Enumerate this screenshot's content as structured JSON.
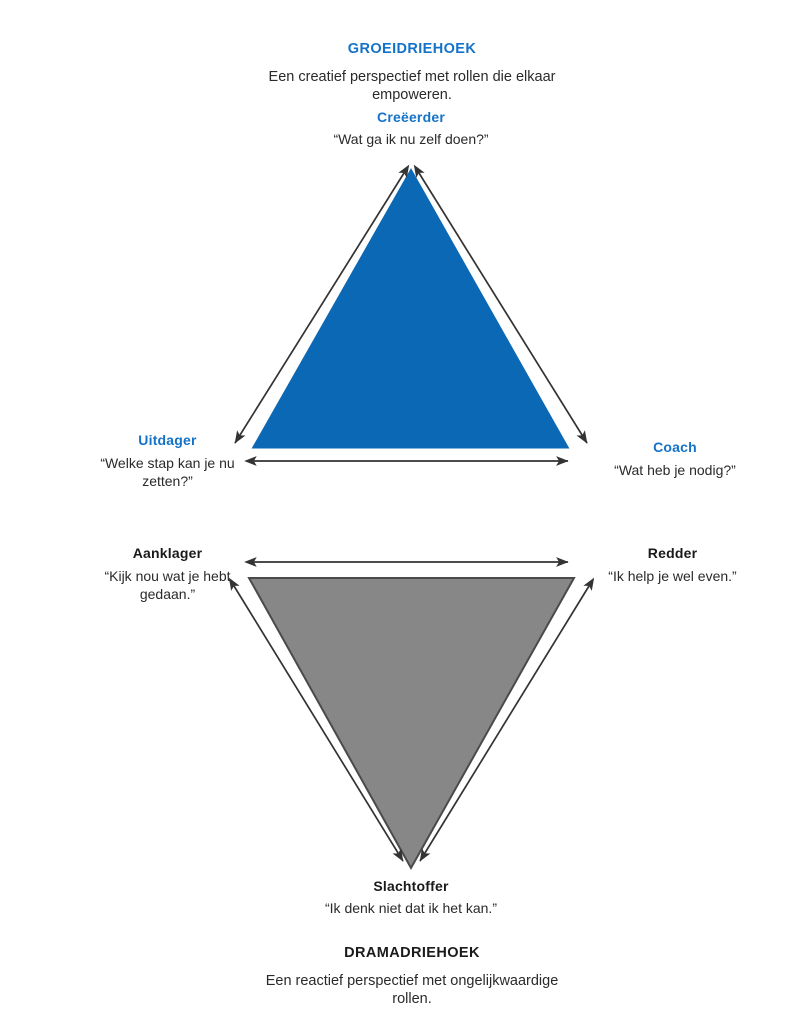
{
  "page": {
    "background_color": "#ffffff",
    "accent_blue": "#1473c8",
    "triangle_blue": "#0b68b4",
    "triangle_gray": "#878787",
    "arrow_color": "#333333",
    "text_color": "#2a2a2a"
  },
  "growth_triangle": {
    "title": "GROEIDRIEHOEK",
    "subtitle": "Een creatief perspectief met rollen die elkaar empoweren.",
    "shape": {
      "name": "upward-triangle",
      "fill": "#0b68b4",
      "outline": "#ffffff"
    },
    "roles": [
      {
        "id": "creator",
        "title": "Creëerder",
        "quote": "“Wat ga ik nu zelf doen?”",
        "position": "top",
        "title_color": "#1473c8"
      },
      {
        "id": "challenger",
        "title": "Uitdager",
        "quote": "“Welke stap kan je nu zetten?”",
        "position": "bottom-left",
        "title_color": "#1473c8"
      },
      {
        "id": "coach",
        "title": "Coach",
        "quote": "“Wat heb je nodig?”",
        "position": "bottom-right",
        "title_color": "#1473c8"
      }
    ],
    "arrows": [
      {
        "name": "arrow-challenger-creator",
        "type": "double-headed",
        "edge": "left"
      },
      {
        "name": "arrow-coach-creator",
        "type": "double-headed",
        "edge": "right"
      },
      {
        "name": "arrow-challenger-coach",
        "type": "double-headed",
        "edge": "bottom"
      }
    ]
  },
  "drama_triangle": {
    "title": "DRAMADRIEHOEK",
    "subtitle": "Een reactief perspectief met ongelijkwaardige rollen.",
    "shape": {
      "name": "downward-triangle",
      "fill": "#878787",
      "outline": "#4a4a4a"
    },
    "roles": [
      {
        "id": "accuser",
        "title": "Aanklager",
        "quote": "“Kijk nou wat je hebt gedaan.”",
        "position": "top-left",
        "title_color": "#1a1a1a"
      },
      {
        "id": "rescuer",
        "title": "Redder",
        "quote": "“Ik help je wel even.”",
        "position": "top-right",
        "title_color": "#1a1a1a"
      },
      {
        "id": "victim",
        "title": "Slachtoffer",
        "quote": "“Ik denk niet dat ik het kan.”",
        "position": "bottom",
        "title_color": "#1a1a1a"
      }
    ],
    "arrows": [
      {
        "name": "arrow-accuser-rescuer",
        "type": "double-headed",
        "edge": "top"
      },
      {
        "name": "arrow-accuser-victim",
        "type": "double-headed",
        "edge": "left"
      },
      {
        "name": "arrow-rescuer-victim",
        "type": "double-headed",
        "edge": "right"
      }
    ]
  }
}
